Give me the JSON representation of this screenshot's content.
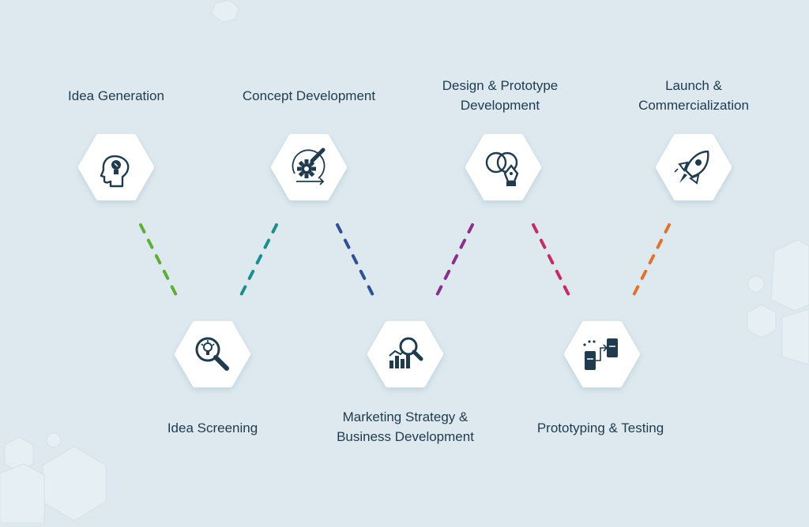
{
  "colors": {
    "background": "#dde9ef",
    "text": "#1f3b4d",
    "icon": "#1f3b4d",
    "hex_fill": "#ffffff",
    "connector_1": "#5cb035",
    "connector_2": "#1b8f8f",
    "connector_3": "#2e4f9a",
    "connector_4": "#8a2f8c",
    "connector_5": "#c72a64",
    "connector_6": "#e0742e"
  },
  "steps": [
    {
      "label_lines": [
        "Idea Generation"
      ],
      "icon": "head-lightbulb-icon"
    },
    {
      "label_lines": [
        "Idea Screening"
      ],
      "icon": "magnifier-lightbulb-icon"
    },
    {
      "label_lines": [
        "Concept Development"
      ],
      "icon": "gear-pencil-icon"
    },
    {
      "label_lines": [
        "Marketing Strategy &",
        "Business Development"
      ],
      "icon": "chart-magnifier-icon"
    },
    {
      "label_lines": [
        "Design & Prototype",
        "Development"
      ],
      "icon": "pen-circles-icon"
    },
    {
      "label_lines": [
        "Prototyping & Testing"
      ],
      "icon": "devices-transfer-icon"
    },
    {
      "label_lines": [
        "Launch &",
        "Commercialization"
      ],
      "icon": "rocket-icon"
    }
  ]
}
